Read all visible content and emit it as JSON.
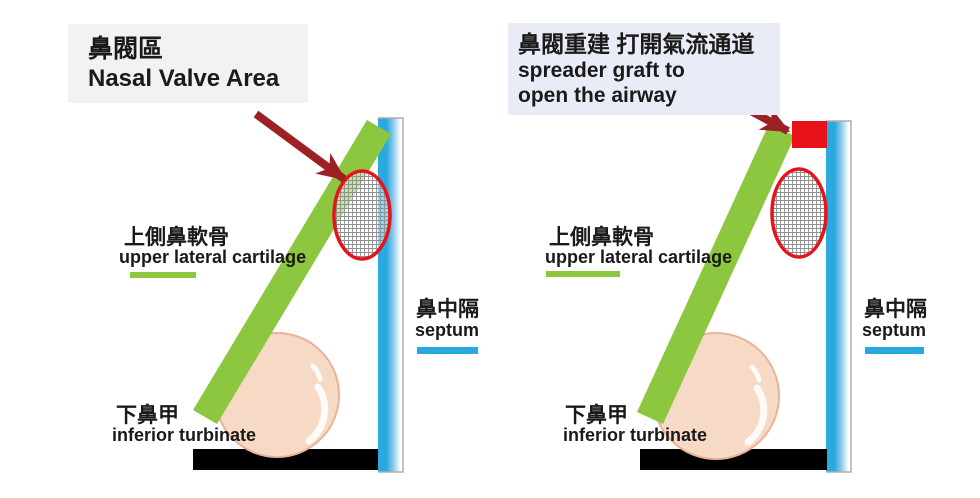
{
  "figure": {
    "left_panel": {
      "title": {
        "zh": "鼻閥區",
        "en": "Nasal Valve Area"
      },
      "upper_lateral": {
        "zh": "上側鼻軟骨",
        "en": "upper lateral cartilage"
      },
      "inferior_turbinate": {
        "zh": "下鼻甲",
        "en": "inferior turbinate"
      },
      "septum": {
        "zh": "鼻中隔",
        "en": "septum"
      }
    },
    "right_panel": {
      "title": {
        "zh": "鼻閥重建 打開氣流通道",
        "en_line1": "spreader graft to",
        "en_line2": "open the airway"
      },
      "upper_lateral": {
        "zh": "上側鼻軟骨",
        "en": "upper lateral cartilage"
      },
      "inferior_turbinate": {
        "zh": "下鼻甲",
        "en": "inferior turbinate"
      },
      "septum": {
        "zh": "鼻中隔",
        "en": "septum"
      }
    },
    "colors": {
      "cartilage_green": "#8DC63F",
      "septum_blue": "#29A9E0",
      "graft_red": "#E8121B",
      "valve_outline_red": "#E8121B",
      "arrow_dark_red": "#9C2125",
      "turbinate_peach": "#F6DAC6",
      "turbinate_edge": "#E9B29A",
      "floor_black": "#000000",
      "left_title_bg": "#F2F2F2",
      "right_title_bg": "#E9ECF6",
      "text": "#1A1A1A"
    }
  }
}
